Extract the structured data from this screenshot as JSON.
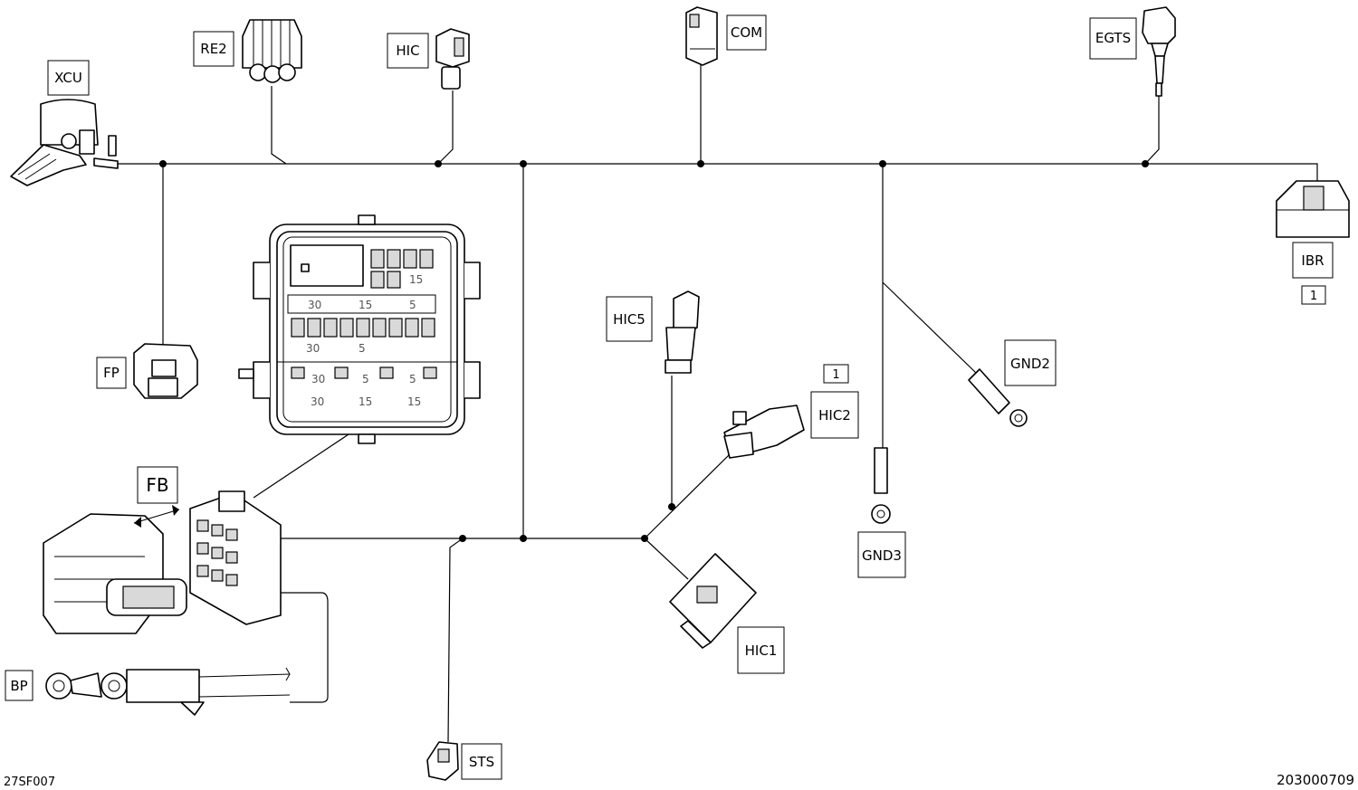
{
  "labels": {
    "xcu": "XCU",
    "re2": "RE2",
    "hic": "HIC",
    "com": "COM",
    "egts": "EGTS",
    "ibr": "IBR",
    "ibr_ref": "1",
    "fp": "FP",
    "hic5": "HIC5",
    "hic2": "HIC2",
    "hic2_ref": "1",
    "gnd2": "GND2",
    "gnd3": "GND3",
    "fb": "FB",
    "hic1": "HIC1",
    "bp": "BP",
    "sts": "STS"
  },
  "fuse_box": {
    "row_top": [
      "30",
      "15",
      "5"
    ],
    "row_top_small": "15",
    "row_mid": [
      "30",
      "5"
    ],
    "row_low_a": [
      "30",
      "5",
      "5"
    ],
    "row_low_b": [
      "30",
      "15",
      "15"
    ]
  },
  "footer": {
    "left_code": "27SF007",
    "right_code": "203000709"
  }
}
